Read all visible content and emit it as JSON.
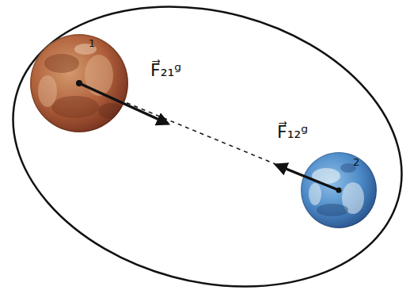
{
  "diagram": {
    "nodes": [
      {
        "text": [
          "1"
        ]
      },
      {
        "text": [
          "2"
        ]
      }
    ],
    "edges": [
      {
        "from": 0,
        "to": 1,
        "arrow": "none"
      }
    ],
    "labels": [
      "F⃗₂₁ᵍ",
      "F⃗₁₂ᵍ"
    ]
  }
}
